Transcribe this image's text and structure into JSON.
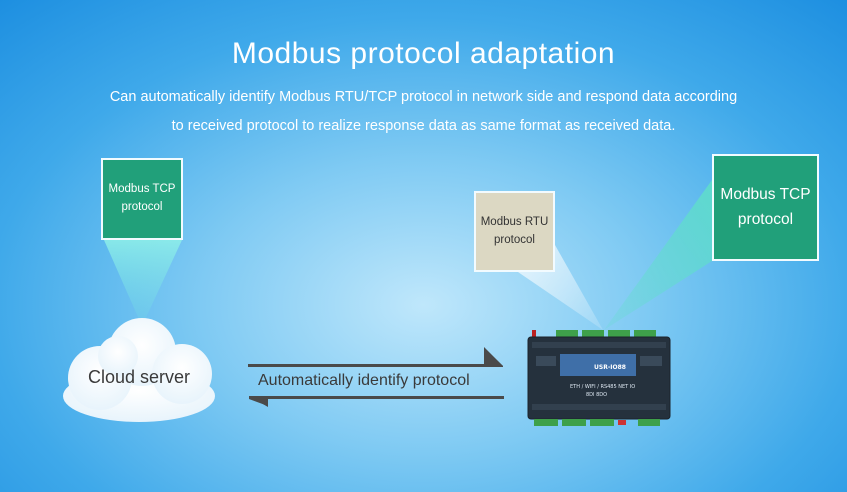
{
  "title": "Modbus protocol adaptation",
  "description": {
    "line1": "Can automatically identify Modbus RTU/TCP protocol in network side and respond data according",
    "line2": "to received protocol to realize response data as same format as received data."
  },
  "boxes": {
    "tcp_left": {
      "line1": "Modbus TCP",
      "line2": "protocol",
      "color": "#21a07a"
    },
    "rtu": {
      "line1": "Modbus RTU",
      "line2": "protocol",
      "color": "#dcd8c3"
    },
    "tcp_right": {
      "line1": "Modbus TCP",
      "line2": "protocol",
      "color": "#21a07a"
    }
  },
  "cloud_label": "Cloud server",
  "arrow_label": "Automatically identify protocol",
  "device": {
    "brand": "USR-IO88",
    "model": "ETH / WIFI / RS485 NET IO",
    "sub": "8DI 8DO"
  },
  "colors": {
    "background_center": "#bfe7fb",
    "background_edge": "#1c8ee0",
    "beam": "#7fe0e8",
    "arrow": "#4a4a4a"
  }
}
